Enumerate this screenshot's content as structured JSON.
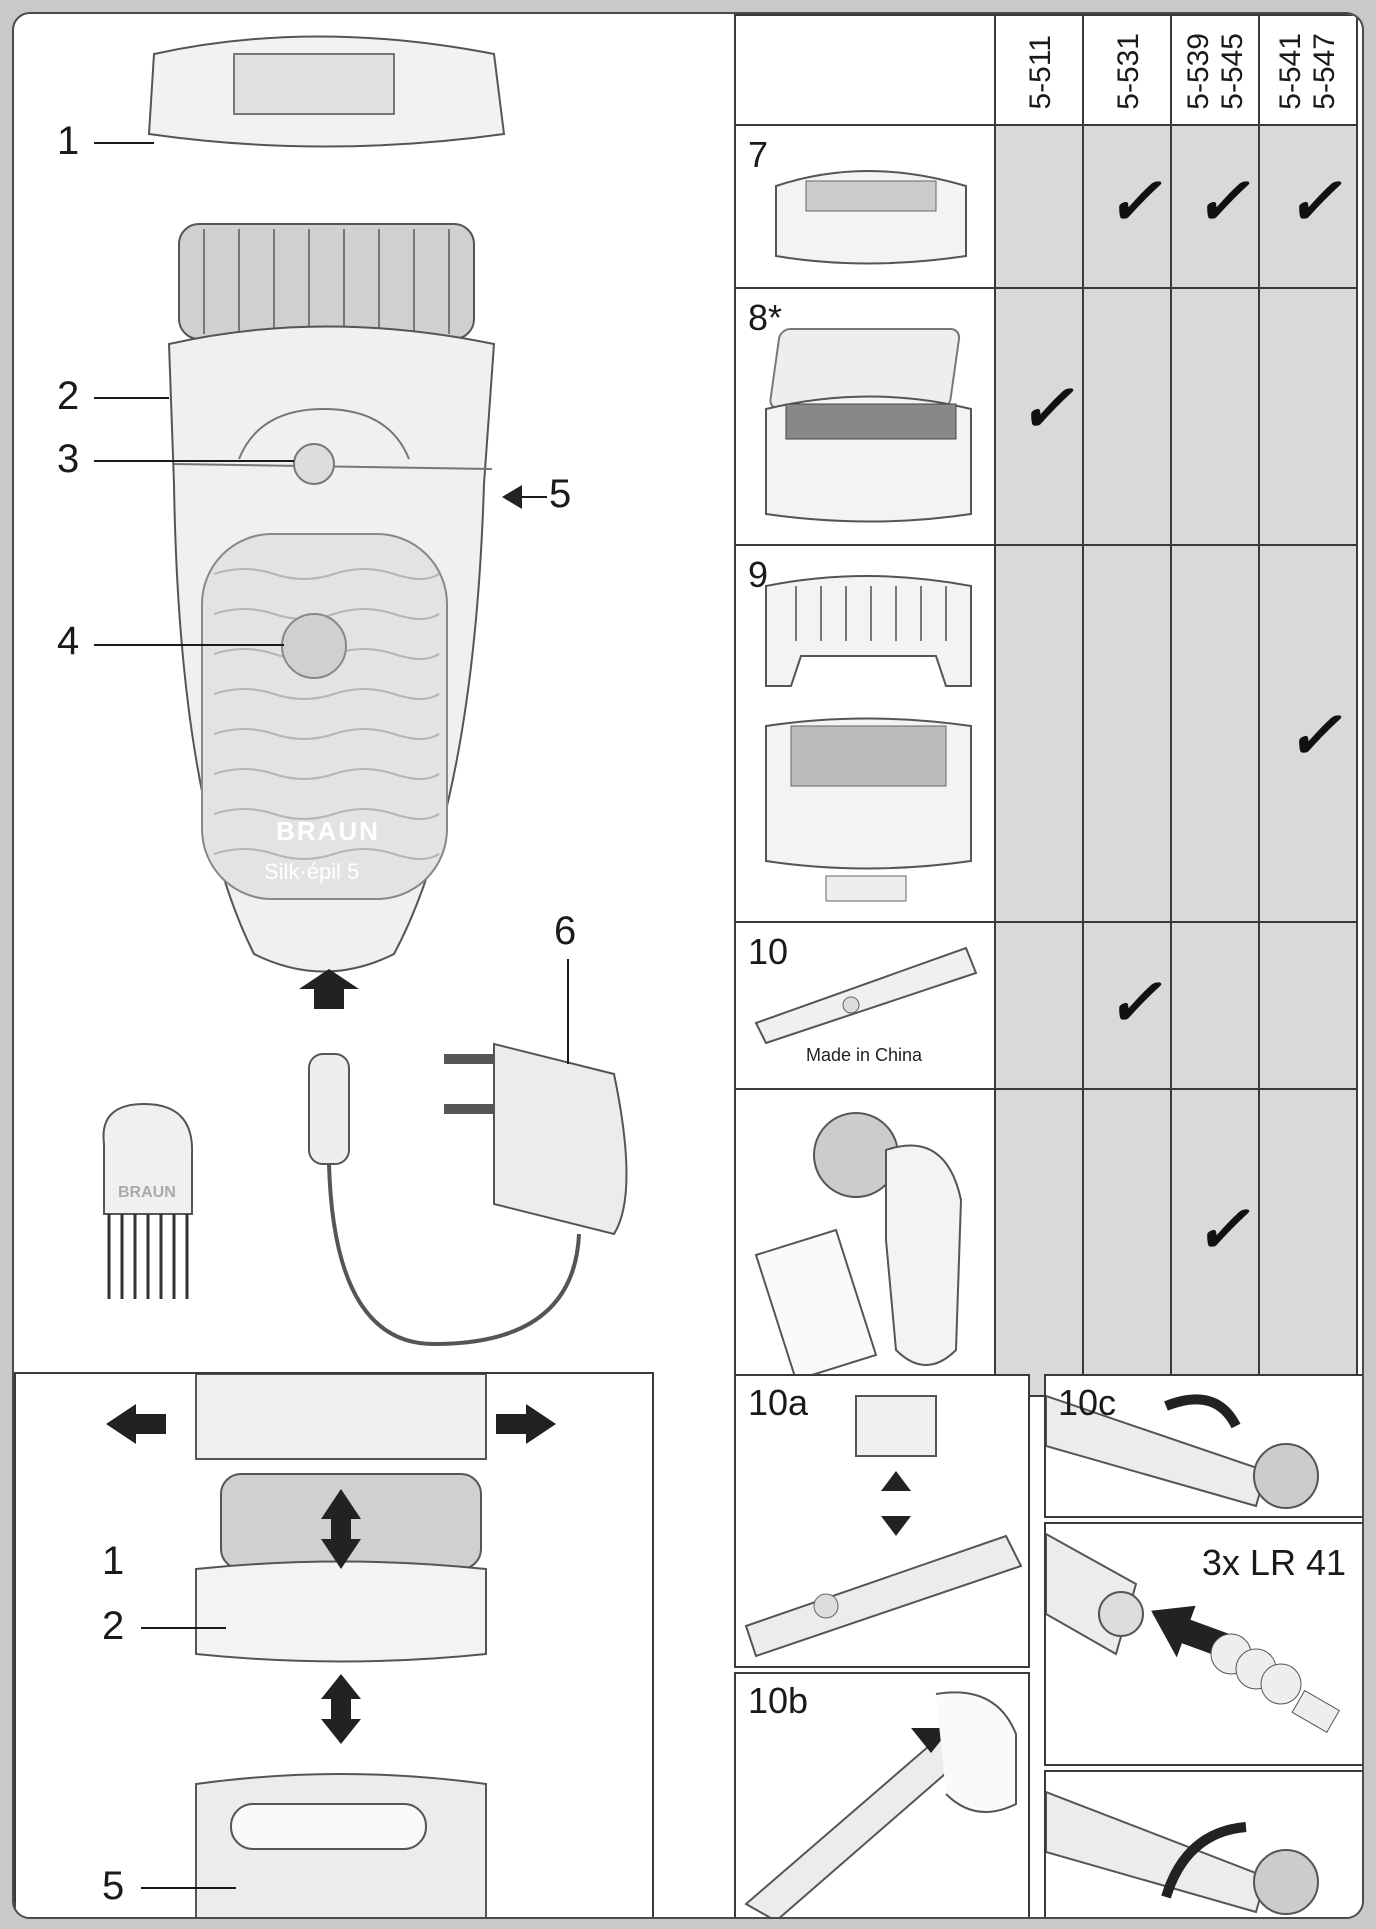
{
  "main_callouts": {
    "c1": "1",
    "c2": "2",
    "c3": "3",
    "c4": "4",
    "c5": "5",
    "c6": "6"
  },
  "lower_callouts": {
    "c1": "1",
    "c2": "2",
    "c5": "5"
  },
  "brand": {
    "logo": "BRAUN",
    "product": "Silk·épil 5"
  },
  "models": [
    "5-511",
    "5-531",
    "5-539\n5-545",
    "5-541\n5-547"
  ],
  "rows": [
    {
      "label": "7",
      "checks": [
        false,
        true,
        true,
        true
      ]
    },
    {
      "label": "8*",
      "checks": [
        true,
        false,
        false,
        false
      ]
    },
    {
      "label": "9",
      "checks": [
        false,
        false,
        false,
        true
      ]
    },
    {
      "label": "10",
      "caption": "Made in China",
      "checks": [
        false,
        true,
        false,
        false
      ]
    },
    {
      "label": "",
      "checks": [
        false,
        false,
        true,
        false
      ]
    }
  ],
  "check_mark": "✓",
  "steps": {
    "a": "10a",
    "b": "10b",
    "c": "10c",
    "battery": "3x LR 41"
  }
}
